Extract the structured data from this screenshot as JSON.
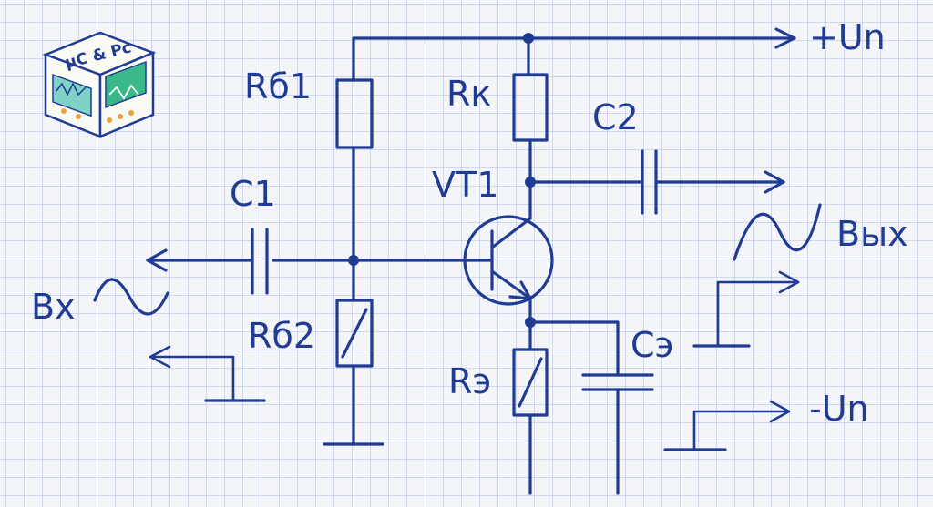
{
  "colors": {
    "ink": "#1f3b93",
    "paper": "#f4f5f8",
    "grid": "#8c9ac0"
  },
  "logo": {
    "text": "μC & Pc",
    "icon": "oscilloscope-cube-icon"
  },
  "labels": {
    "supply_positive": "+Un",
    "supply_negative": "-Un",
    "resistor_base_1": "Rб1",
    "resistor_base_2": "Rб2",
    "resistor_collector": "Rк",
    "resistor_emitter": "Rэ",
    "capacitor_input": "C1",
    "capacitor_output": "C2",
    "capacitor_emitter": "Cэ",
    "transistor": "VT1",
    "input_signal": "Вх",
    "output_signal": "Вых"
  }
}
